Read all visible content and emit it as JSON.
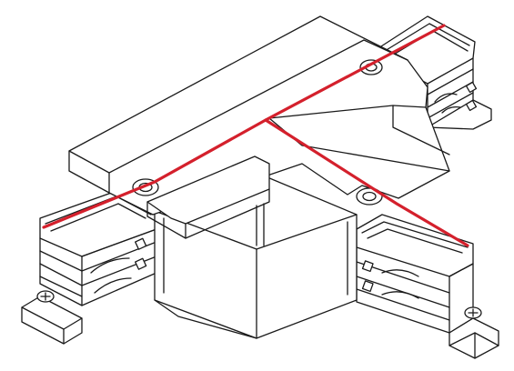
{
  "colors": {
    "line": "#1a1a1a",
    "background": "#ffffff",
    "conductor_highlight": "#d4202c"
  },
  "icons": {
    "screws": [
      "screw-icon-left",
      "screw-icon-right"
    ],
    "mounting_holes": [
      "hole-top",
      "hole-center",
      "hole-right"
    ]
  }
}
